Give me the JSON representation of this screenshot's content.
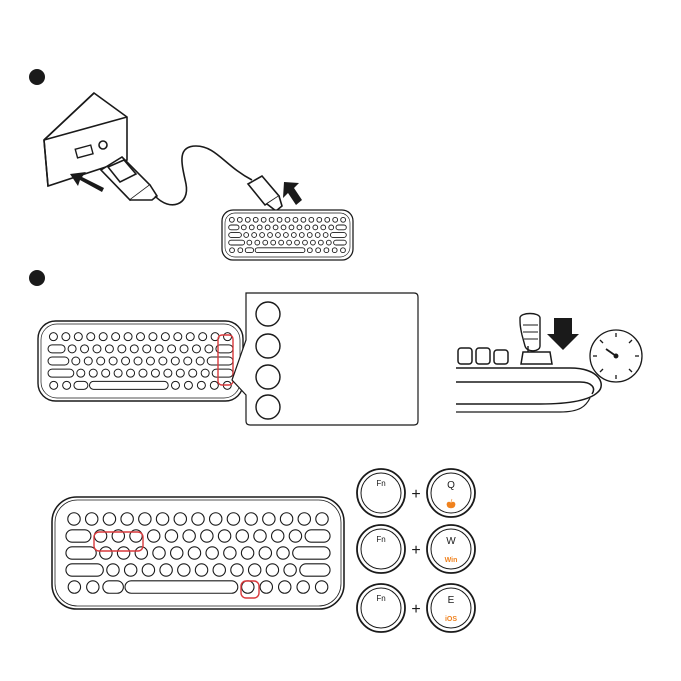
{
  "combos": [
    {
      "fn_label": "Fn",
      "plus": "+",
      "key_label": "Q",
      "os_label": "",
      "os_icon": "apple-icon"
    },
    {
      "fn_label": "Fn",
      "plus": "+",
      "key_label": "W",
      "os_label": "Win",
      "os_icon": ""
    },
    {
      "fn_label": "Fn",
      "plus": "+",
      "key_label": "E",
      "os_label": "iOS",
      "os_icon": ""
    }
  ],
  "colors": {
    "ink": "#1a1a1a",
    "highlight": "#d9393c",
    "os_accent": "#f0821e",
    "background": "#ffffff"
  },
  "icons": [
    "step-bullet-icon",
    "usb-a-plug-icon",
    "usb-c-plug-icon",
    "arrow-icon",
    "press-hand-icon",
    "dial-gauge-icon",
    "apple-icon"
  ]
}
